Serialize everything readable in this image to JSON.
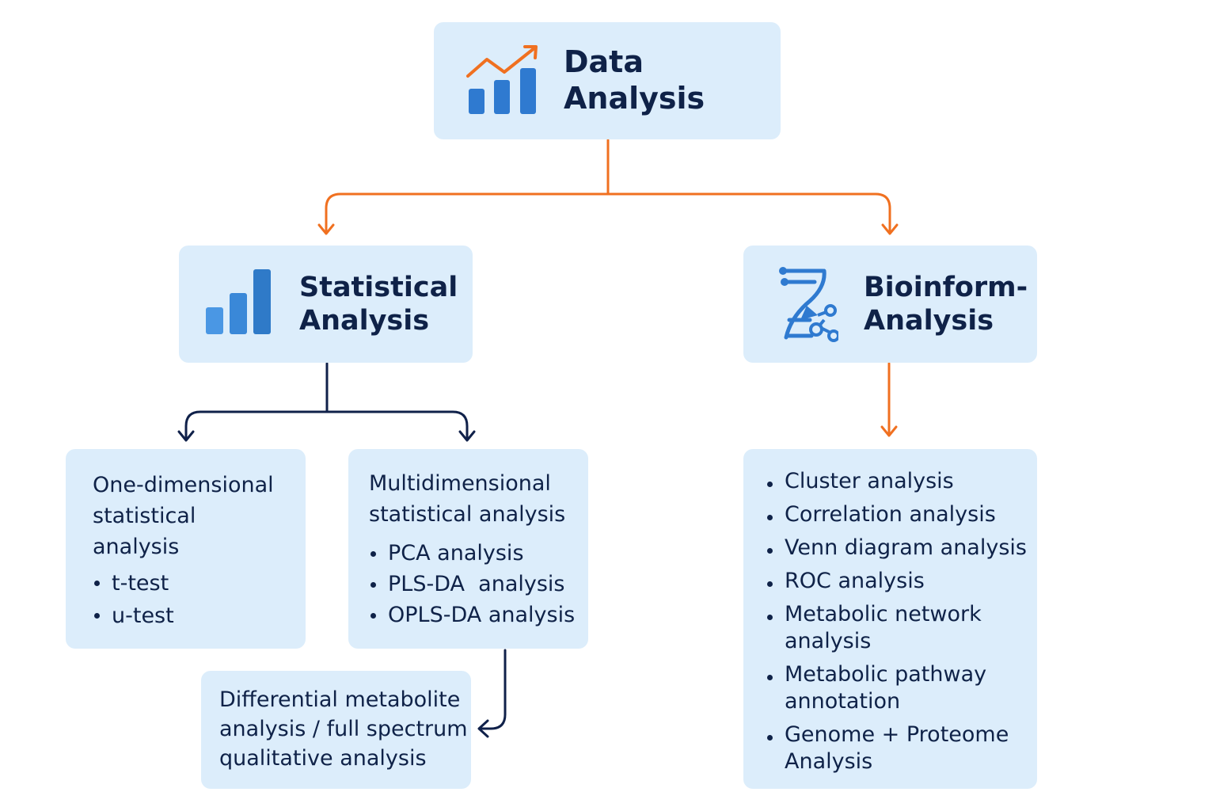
{
  "colors": {
    "node_bg": "#dcedfb",
    "text": "#0f2248",
    "accent_orange": "#f07020",
    "icon_blue": "#2f7ad0",
    "connector_dark": "#10214a"
  },
  "root": {
    "icon": "bar-chart-trend-up-icon",
    "title_line1": "Data",
    "title_line2": "Analysis"
  },
  "statistical": {
    "icon": "bar-chart-icon",
    "title_line1": "Statistical",
    "title_line2": "Analysis",
    "one_dimensional": {
      "heading": [
        "One-dimensional",
        "statistical",
        "analysis"
      ],
      "items": [
        "t-test",
        "u-test"
      ]
    },
    "multidimensional": {
      "heading": [
        "Multidimensional",
        "statistical analysis"
      ],
      "items": [
        "PCA analysis",
        "PLS-DA  analysis",
        "OPLS-DA analysis"
      ]
    },
    "differential": {
      "lines": [
        "Differential metabolite",
        "analysis / full spectrum",
        "qualitative analysis"
      ]
    }
  },
  "bioinformatics": {
    "icon": "dna-network-icon",
    "title_line1": "Bioinform-",
    "title_line2": "Analysis",
    "items": [
      [
        "Cluster analysis"
      ],
      [
        "Correlation analysis"
      ],
      [
        "Venn diagram analysis"
      ],
      [
        "ROC analysis"
      ],
      [
        "Metabolic network",
        "analysis"
      ],
      [
        "Metabolic pathway",
        "annotation"
      ],
      [
        "Genome + Proteome",
        "Analysis"
      ]
    ]
  }
}
